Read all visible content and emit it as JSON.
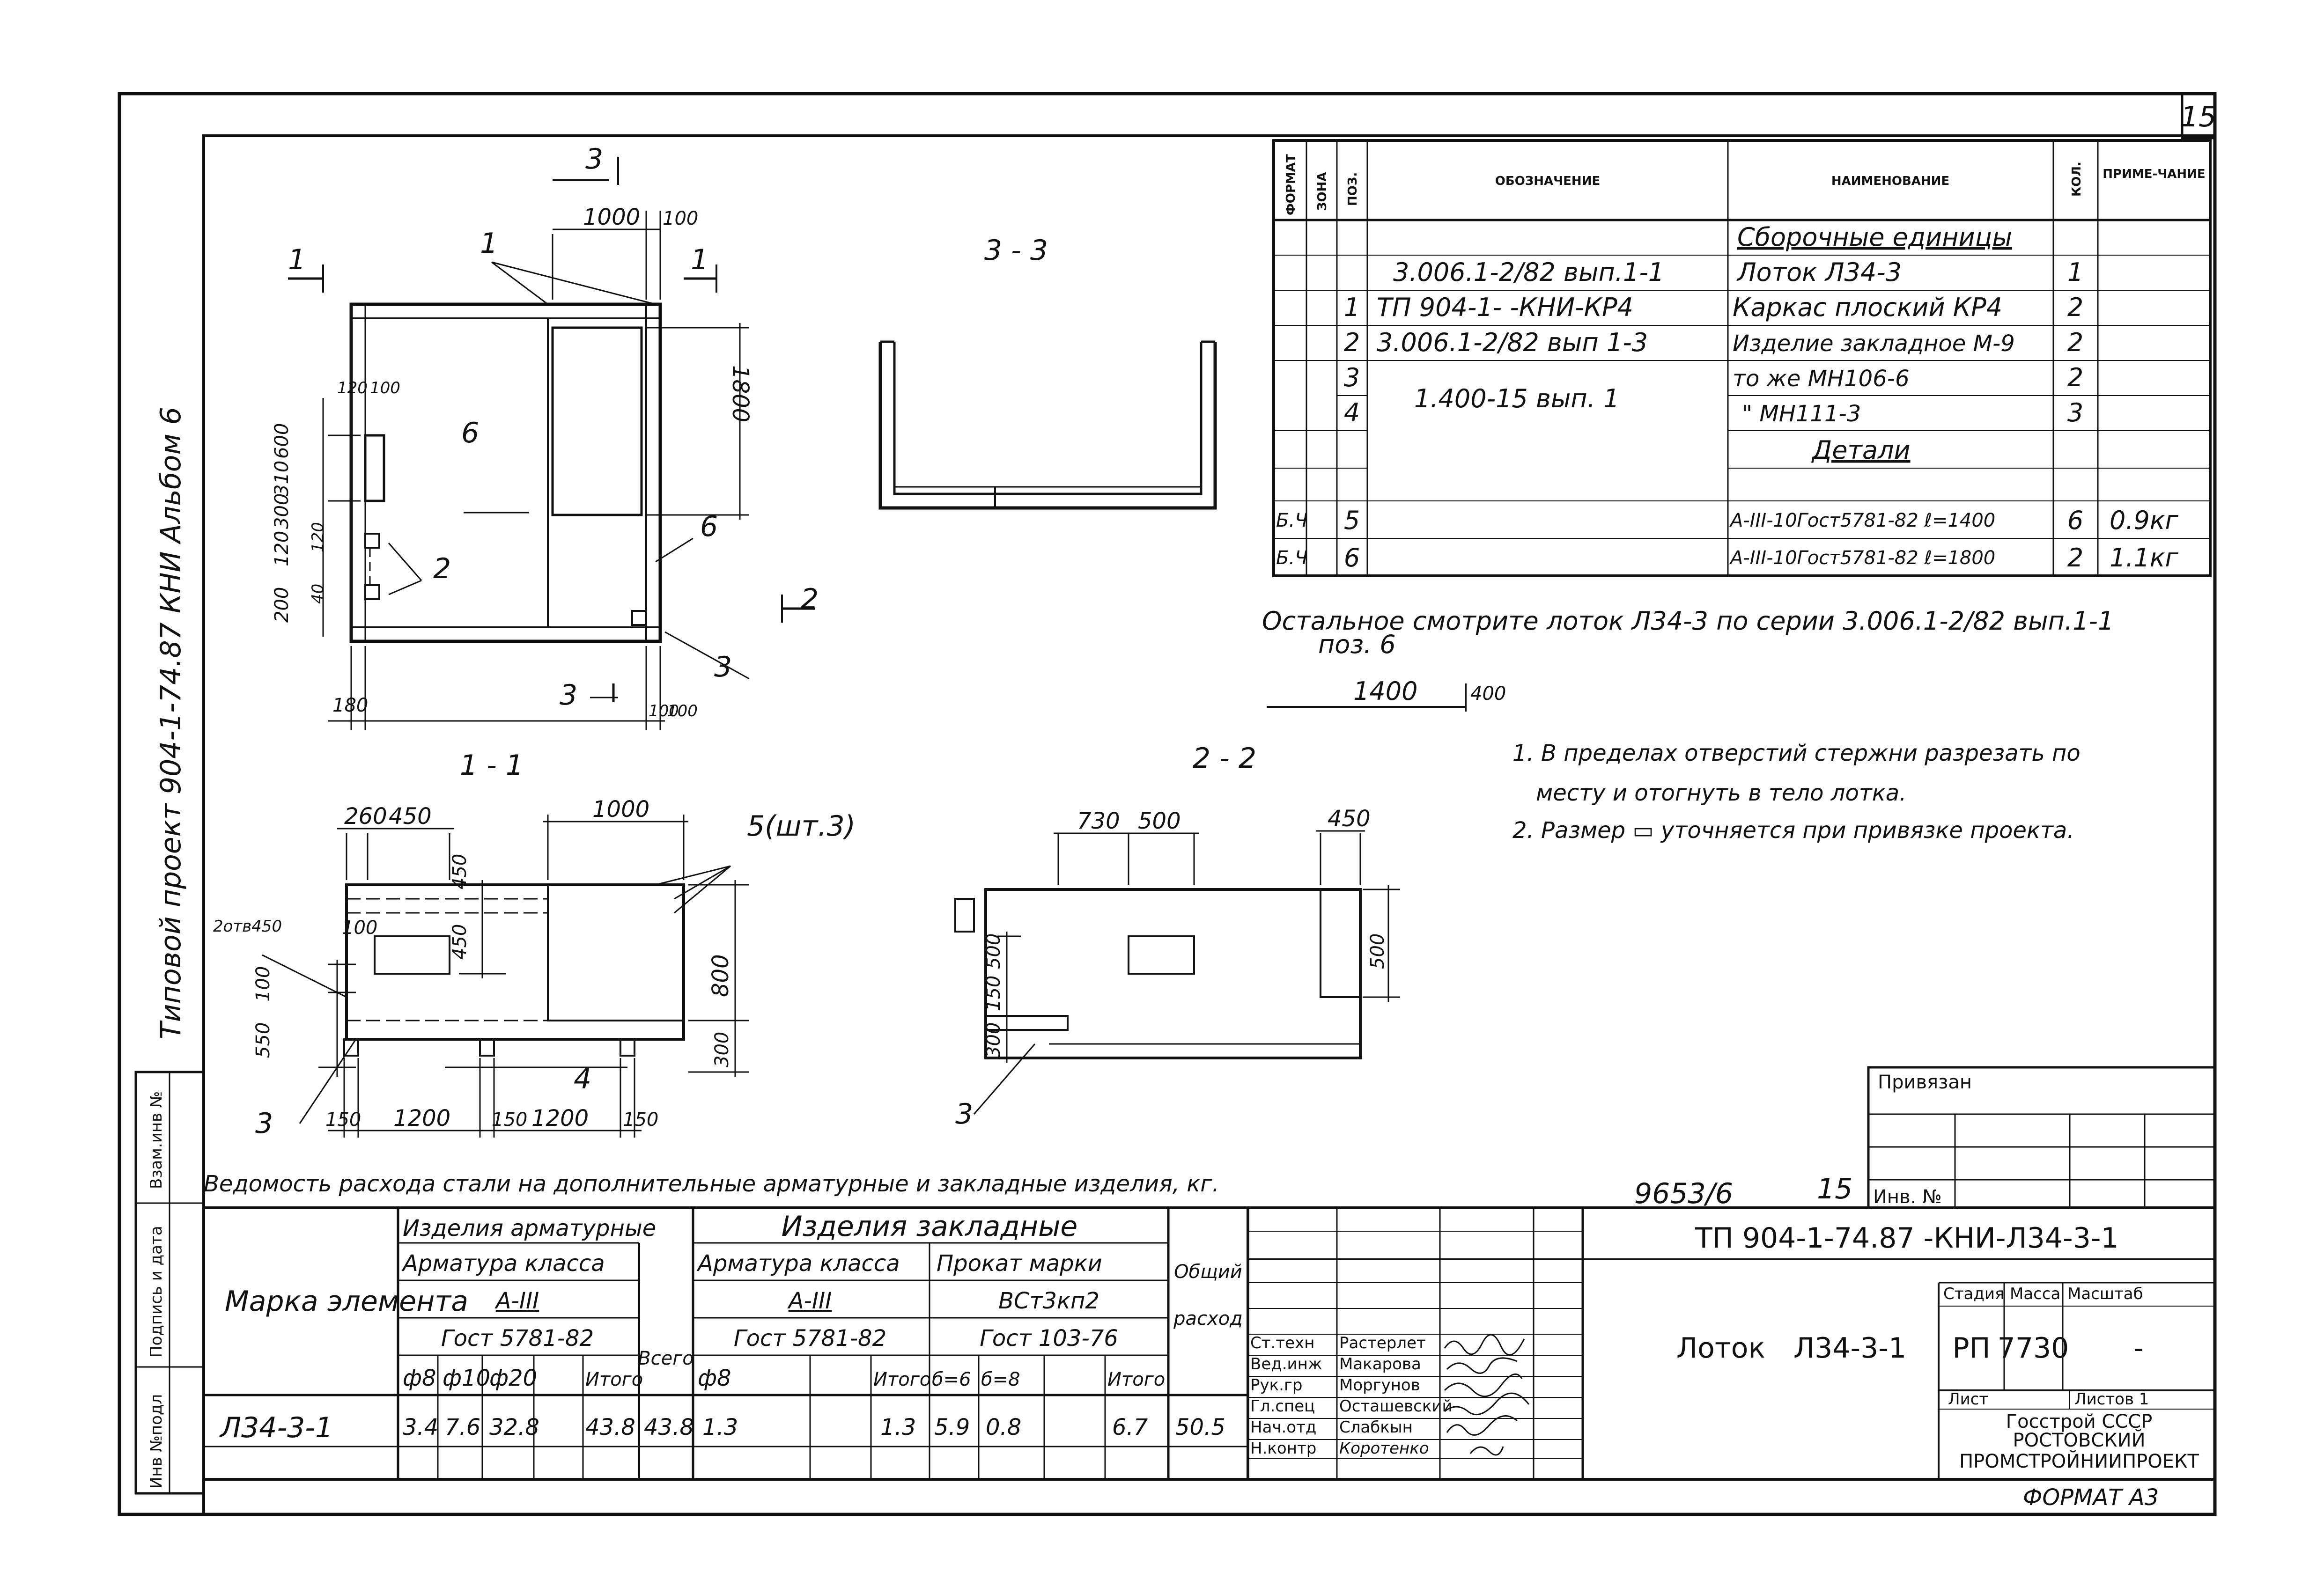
{
  "sheet_number": "15",
  "side_margin": {
    "project": "Типовой проект 904-1-74.87 КНИ",
    "album": "Альбом 6",
    "stamp_cols": [
      "Инв №подл",
      "Подпись и дата",
      "Взам.инв №"
    ]
  },
  "spec": {
    "headers": {
      "format": "ФОРМАТ",
      "zone": "ЗОНА",
      "pos": "ПОЗ.",
      "designation": "ОБОЗНАЧЕНИЕ",
      "name": "НАИМЕНОВАНИЕ",
      "qty": "КОЛ.",
      "note": "ПРИМЕ-ЧАНИЕ"
    },
    "rows": [
      {
        "fmt": "",
        "pos": "",
        "des": "",
        "name": "Сборочные единицы",
        "qty": "",
        "note": ""
      },
      {
        "fmt": "",
        "pos": "",
        "des": "3.006.1-2/82 вып.1-1",
        "name": "Лоток Л34-3",
        "qty": "1",
        "note": ""
      },
      {
        "fmt": "",
        "pos": "1",
        "des": "ТП 904-1-    -КНИ-КР4",
        "name": "Каркас плоский КР4",
        "qty": "2",
        "note": ""
      },
      {
        "fmt": "",
        "pos": "2",
        "des": "3.006.1-2/82 вып 1-3",
        "name": "Изделие закладное М-9",
        "qty": "2",
        "note": ""
      },
      {
        "fmt": "",
        "pos": "3",
        "des": "1.400-15 вып. 1",
        "name": "то же        МН106-6",
        "qty": "2",
        "note": ""
      },
      {
        "fmt": "",
        "pos": "4",
        "des": "",
        "name": "\"        МН111-3",
        "qty": "3",
        "note": ""
      },
      {
        "fmt": "",
        "pos": "",
        "des": "",
        "name": "Детали",
        "qty": "",
        "note": ""
      },
      {
        "fmt": "Б.Ч",
        "pos": "5",
        "des": "",
        "name": "А-III-10Гост5781-82 ℓ=1400",
        "qty": "6",
        "note": "0.9кг"
      },
      {
        "fmt": "Б.Ч",
        "pos": "6",
        "des": "",
        "name": "А-III-10Гост5781-82 ℓ=1800",
        "qty": "2",
        "note": "1.1кг"
      }
    ]
  },
  "remark": {
    "line1": "Остальное смотрите лоток Л34-3 по серии 3.006.1-2/82 вып.1-1",
    "line2": "поз. 6",
    "dim1": "1400",
    "dim2": "400"
  },
  "notes": [
    "1. В пределах отверстий стержни разрезать по",
    "месту и отогнуть в тело лотка.",
    "2. Размер ▭ уточняется при привязке проекта."
  ],
  "drawing": {
    "section_33": "3 - 3",
    "section_11": "1 - 1",
    "section_22": "2 - 2",
    "plan": {
      "dims": [
        "1000",
        "100",
        "1800",
        "120",
        "100",
        "200",
        "120",
        "300",
        "310",
        "600",
        "120",
        "40",
        "180",
        "100",
        "100"
      ],
      "labels": [
        "1",
        "6",
        "2",
        "6",
        "3",
        "3",
        "1",
        "1",
        "2"
      ]
    },
    "sec11": {
      "dims": [
        "260",
        "450",
        "1000",
        "450",
        "450",
        "800",
        "300",
        "100",
        "550",
        "100",
        "2отв450",
        "150",
        "1200",
        "150",
        "1200",
        "150"
      ],
      "labels": [
        "5(шт.3)",
        "4",
        "3"
      ]
    },
    "sec22": {
      "dims": [
        "730",
        "500",
        "450",
        "500",
        "500",
        "150",
        "300"
      ],
      "labels": [
        "3"
      ]
    }
  },
  "steel_table": {
    "title": "Ведомость расхода стали на дополнительные арматурные и закладные изделия, кг.",
    "mark_label": "Марка элемента",
    "armature_products": "Изделия арматурные",
    "armature_class": "Арматура класса",
    "a3": "А-III",
    "gost_5781": "Гост 5781-82",
    "total": "Всего",
    "embedded_products": "Изделия закладные",
    "armature_class2": "Арматура класса",
    "a3_2": "А-III",
    "gost_5781_2": "Гост 5781-82",
    "rolled_mark": "Прокат марки",
    "vst": "ВСт3кп2",
    "gost_103": "Гост 103-76",
    "common": "Общий",
    "expense": "расход",
    "cols": [
      "ф8",
      "ф10",
      "ф20",
      "Итого",
      "ф8",
      "",
      "",
      "Итого",
      "б=6",
      "б=8",
      "",
      "Итого"
    ],
    "row": {
      "mark": "Л34-3-1",
      "values": [
        "3.4",
        "7.6",
        "32.8",
        "43.8",
        "43.8",
        "1.3",
        "",
        "",
        "1.3",
        "5.9",
        "0.8",
        "",
        "6.7",
        "50.5"
      ]
    }
  },
  "title_block": {
    "doc_no": "9653/6",
    "sheet_ref": "15",
    "bound": "Привязан",
    "inv_no": "Инв. №",
    "code": "ТП  904-1-74.87 -КНИ-Л34-3-1",
    "name_word": "Лоток",
    "name_code": "Л34-3-1",
    "stage_label": "Стадия",
    "mass_label": "Масса",
    "scale_label": "Масштаб",
    "stage": "РП",
    "mass": "7730",
    "scale": "-",
    "sheet_label": "Лист",
    "sheets_label": "Листов 1",
    "org1": "Госстрой СССР",
    "org2": "РОСТОВСКИЙ",
    "org3": "ПРОМСТРОЙНИИПРОЕКТ",
    "signatures": [
      {
        "role": "Ст.техн",
        "name": "Растерлет"
      },
      {
        "role": "Вед.инж",
        "name": "Макарова"
      },
      {
        "role": "Рук.гр",
        "name": "Моргунов"
      },
      {
        "role": "Гл.спец",
        "name": "Осташевский"
      },
      {
        "role": "Нач.отд",
        "name": "Слабкын"
      },
      {
        "role": "Н.контр",
        "name": "Коротенко"
      }
    ]
  },
  "format": "ФОРМАТ А3"
}
